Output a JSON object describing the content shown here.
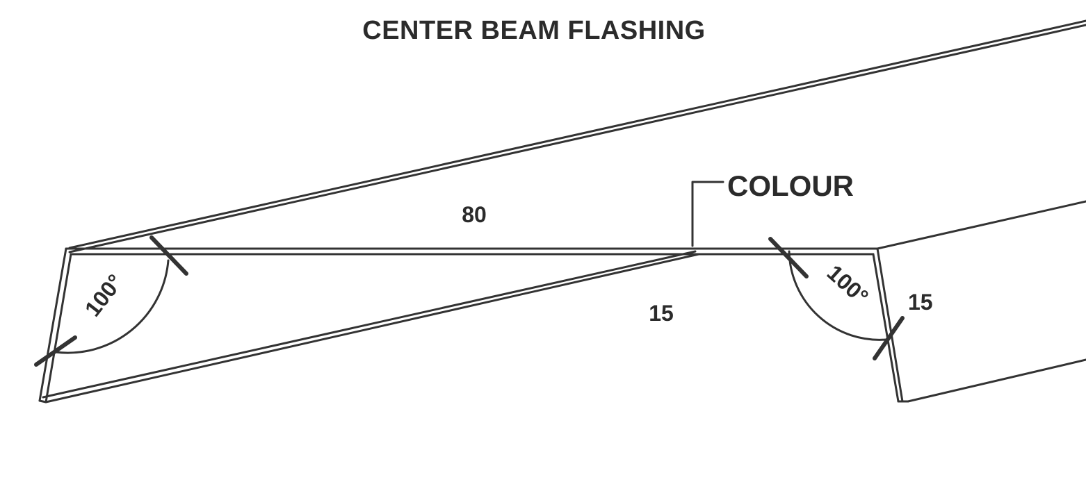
{
  "diagram": {
    "title": "CENTER BEAM FLASHING",
    "colour_callout": "COLOUR",
    "dimensions": {
      "top_width": "80",
      "left_angle": "100°",
      "right_angle": "100°",
      "bottom_leg": "15",
      "right_leg": "15"
    }
  },
  "colors": {
    "line": "#333333",
    "text": "#2b2b2b",
    "background": "#ffffff"
  }
}
